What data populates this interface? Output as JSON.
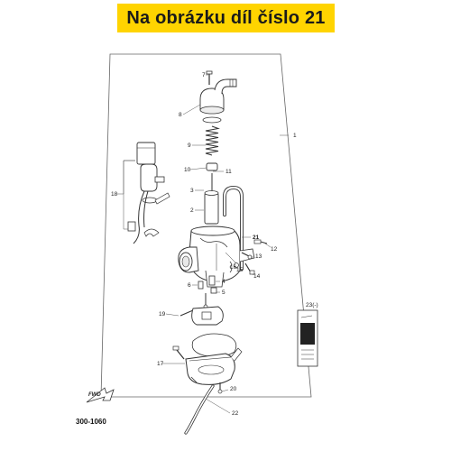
{
  "banner": {
    "text": "Na obrázku díl číslo 21"
  },
  "diagram": {
    "part_numbers": [
      "1",
      "2",
      "3",
      "4",
      "5",
      "6",
      "7",
      "8",
      "9",
      "10",
      "11",
      "12",
      "13",
      "14",
      "15",
      "16",
      "17",
      "18",
      "19",
      "20",
      "21",
      "22"
    ],
    "extra_labels": {
      "part_23": "23(-)",
      "fwd": "FWD",
      "code": "300-1060"
    },
    "highlighted_part": "21"
  },
  "colors": {
    "banner": "#ffd400",
    "line": "#333333"
  }
}
